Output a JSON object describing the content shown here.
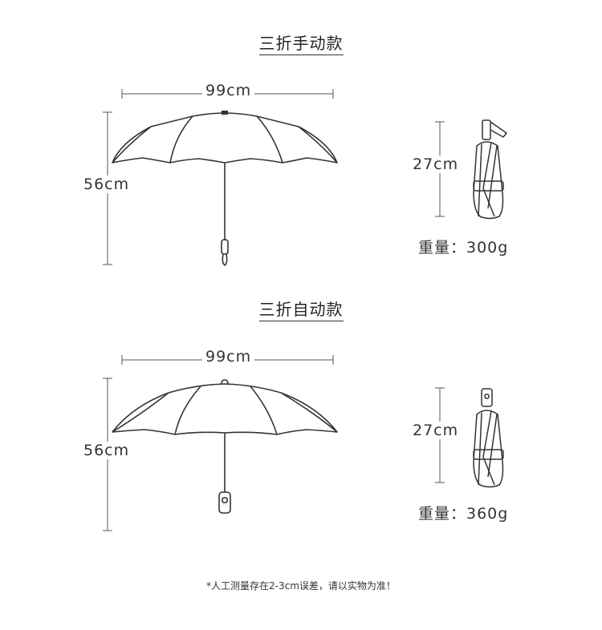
{
  "manual": {
    "title": "三折手动款",
    "width_label": "99cm",
    "height_label": "56cm",
    "folded_label": "27cm",
    "weight_label": "重量：300g"
  },
  "auto": {
    "title": "三折自动款",
    "width_label": "99cm",
    "height_label": "56cm",
    "folded_label": "27cm",
    "weight_label": "重量：360g"
  },
  "footnote": "*人工测量存在2-3cm误差，请以实物为准！",
  "colors": {
    "line": "#333333",
    "background": "#ffffff"
  }
}
